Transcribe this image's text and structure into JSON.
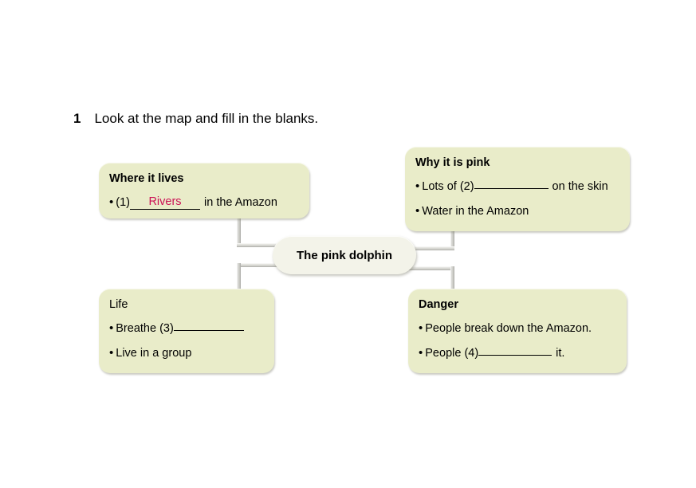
{
  "page": {
    "background_color": "#ffffff",
    "node_fill_color": "#e9ecc9",
    "center_fill_color": "#f3f3e9",
    "answer_color": "#cc1155",
    "connector_color": "#d2d2cd"
  },
  "exercise": {
    "number": "1",
    "instruction": "Look at the map and fill in the blanks."
  },
  "center_node": {
    "label": "The pink dolphin"
  },
  "nodes": {
    "where_it_lives": {
      "title": "Where it lives",
      "bullets": [
        {
          "bullet": "•",
          "before": "(1)",
          "answer": "Rivers",
          "after": "in the Amazon"
        }
      ]
    },
    "why_it_is_pink": {
      "title": "Why it is pink",
      "bullets": [
        {
          "bullet": "•",
          "before": "Lots of (2)",
          "answer": "",
          "after": "on the skin"
        },
        {
          "bullet": "•",
          "before": "Water in the Amazon",
          "answer": null,
          "after": ""
        }
      ]
    },
    "life": {
      "title": "Life",
      "bullets": [
        {
          "bullet": "•",
          "before": "Breathe (3)",
          "answer": "",
          "after": ""
        },
        {
          "bullet": "•",
          "before": "Live in a group",
          "answer": null,
          "after": ""
        }
      ]
    },
    "danger": {
      "title": "Danger",
      "bullets": [
        {
          "bullet": "•",
          "before": "People break down the Amazon.",
          "answer": null,
          "after": ""
        },
        {
          "bullet": "•",
          "before": "People (4)",
          "answer": "",
          "after": "it."
        }
      ]
    }
  }
}
